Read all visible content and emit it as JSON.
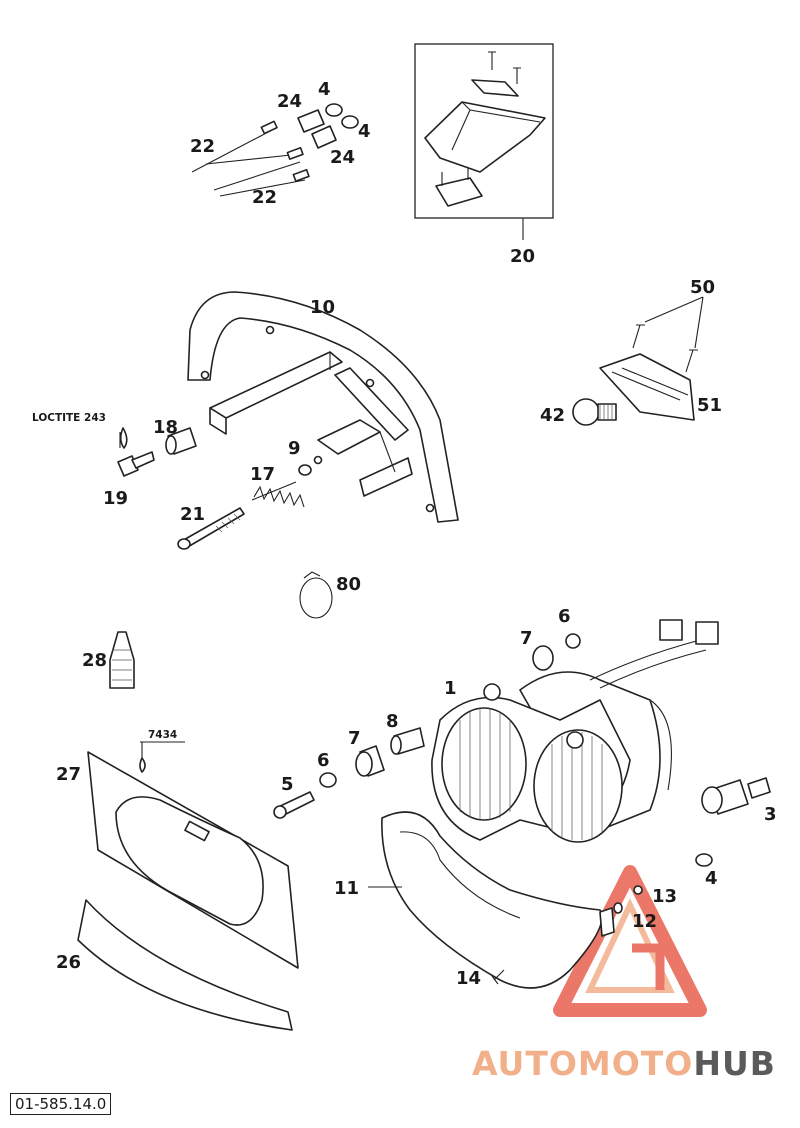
{
  "drawing_code": "01-585.14.0",
  "watermark_text": "AUTOMOTOHUB",
  "watermark_colors": {
    "primary": "#e8604f",
    "secondary": "#f2b08a",
    "dark": "#5a5a5a"
  },
  "annotations": {
    "loctite": "LOCTITE 243",
    "sealant": "7434"
  },
  "callouts": {
    "c1": "1",
    "c3": "3",
    "c4a": "4",
    "c4b": "4",
    "c4c": "4",
    "c5": "5",
    "c6a": "6",
    "c6b": "6",
    "c7a": "7",
    "c7b": "7",
    "c8": "8",
    "c9": "9",
    "c10": "10",
    "c11": "11",
    "c12": "12",
    "c13": "13",
    "c14": "14",
    "c17": "17",
    "c18": "18",
    "c19": "19",
    "c20": "20",
    "c21": "21",
    "c22a": "22",
    "c22b": "22",
    "c24a": "24",
    "c24b": "24",
    "c26": "26",
    "c27": "27",
    "c28": "28",
    "c42": "42",
    "c50": "50",
    "c51": "51",
    "c80": "80"
  }
}
